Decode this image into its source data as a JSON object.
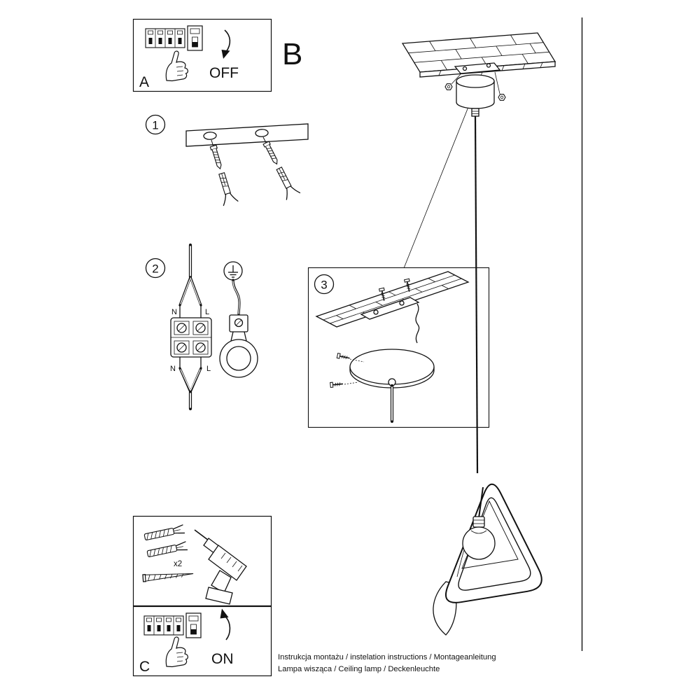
{
  "page": {
    "background": "#ffffff",
    "ink": "#111111"
  },
  "steps": {
    "a": {
      "label": "A",
      "action": "OFF"
    },
    "b": {
      "label": "B"
    },
    "c": {
      "label": "C",
      "action": "ON"
    },
    "s1": {
      "label": "1"
    },
    "s2": {
      "label": "2",
      "wire_labels": {
        "n_top": "N",
        "l_top": "L",
        "n_bottom": "N",
        "l_bottom": "L"
      }
    },
    "s3": {
      "label": "3"
    }
  },
  "drill_panel": {
    "quantity": "x2"
  },
  "footer": {
    "line1": "Instrukcja montażu / instelation instructions / Montageanleitung",
    "line2": "Lampa wisząca / Ceiling lamp  / Deckenleuchte"
  }
}
